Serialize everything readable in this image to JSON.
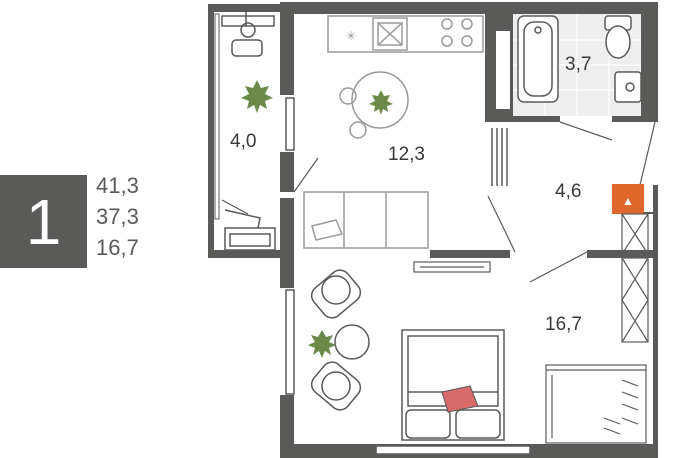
{
  "summary": {
    "room_count": "1",
    "areas": [
      "41,3",
      "37,3",
      "16,7"
    ]
  },
  "rooms": [
    {
      "name": "balcony",
      "area": "4,0"
    },
    {
      "name": "kitchen-living",
      "area": "12,3"
    },
    {
      "name": "bathroom",
      "area": "3,7"
    },
    {
      "name": "hallway",
      "area": "4,6"
    },
    {
      "name": "bedroom",
      "area": "16,7"
    }
  ],
  "colors": {
    "wall": "#5a5a58",
    "accent": "#e0682c",
    "pillow": "#d86a6a",
    "plant": "#6b8a4a",
    "tile": "#eeeeee",
    "furniture_stroke": "#9a9a9a"
  }
}
